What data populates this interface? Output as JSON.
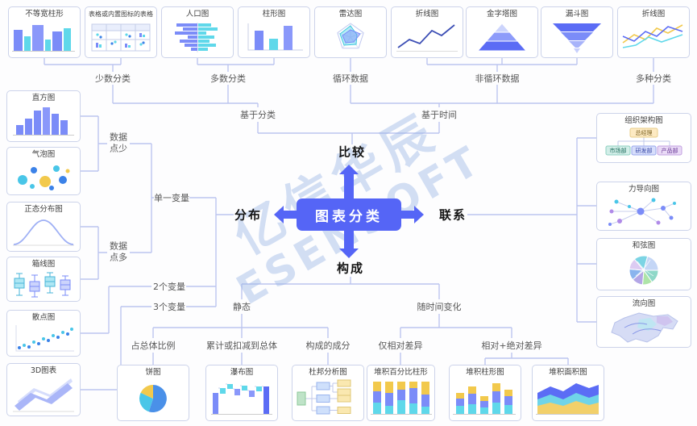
{
  "watermark": {
    "line1": "亿信华辰",
    "line2": "ESENSOFT"
  },
  "center": {
    "label": "图表分类"
  },
  "branches": {
    "compare": "比较",
    "distribution": "分布",
    "relation": "联系",
    "composition": "构成"
  },
  "top": {
    "boxes": [
      {
        "title": "不等宽柱形"
      },
      {
        "title": "表格或内置图标的表格"
      },
      {
        "title": "人口图"
      },
      {
        "title": "柱形图"
      },
      {
        "title": "雷达图"
      },
      {
        "title": "折线图"
      },
      {
        "title": "金字塔图"
      },
      {
        "title": "漏斗图"
      },
      {
        "title": "折线图"
      }
    ],
    "groups": [
      {
        "label": "少数分类"
      },
      {
        "label": "多数分类"
      },
      {
        "label": "循环数据"
      },
      {
        "label": "非循环数据"
      },
      {
        "label": "多种分类"
      }
    ],
    "level2": [
      {
        "label": "基于分类"
      },
      {
        "label": "基于时间"
      }
    ]
  },
  "left": {
    "boxes": [
      {
        "title": "直方图"
      },
      {
        "title": "气泡图"
      },
      {
        "title": "正态分布图"
      },
      {
        "title": "箱线图"
      },
      {
        "title": "散点图"
      },
      {
        "title": "3D图表"
      }
    ],
    "labels": {
      "few_points": "数据点少",
      "many_points": "数据点多",
      "single_var": "单一变量",
      "two_vars": "2个变量",
      "three_vars": "3个变量"
    }
  },
  "right": {
    "boxes": [
      {
        "title": "组织架构图"
      },
      {
        "title": "力导向图"
      },
      {
        "title": "和弦图"
      },
      {
        "title": "流向图"
      }
    ],
    "org": {
      "root": "总经理",
      "children": [
        "市场部",
        "研发部",
        "产品部"
      ]
    }
  },
  "bottom": {
    "static_label": "静态",
    "time_label": "随时间变化",
    "static_children": [
      {
        "label": "占总体比例"
      },
      {
        "label": "累计或扣减到总体"
      },
      {
        "label": "构成的成分"
      }
    ],
    "time_children": [
      {
        "label": "仅相对差异"
      },
      {
        "label": "相对+绝对差异"
      }
    ],
    "boxes": [
      {
        "title": "饼图"
      },
      {
        "title": "瀑布图"
      },
      {
        "title": "杜邦分析图"
      },
      {
        "title": "堆积百分比柱形"
      },
      {
        "title": "堆积柱形图"
      },
      {
        "title": "堆积面积图"
      }
    ]
  },
  "colors": {
    "accent": "#5565f6",
    "line": "#bcc5ef",
    "cyan": "#5fd8ea",
    "yellow": "#f2c94c"
  }
}
